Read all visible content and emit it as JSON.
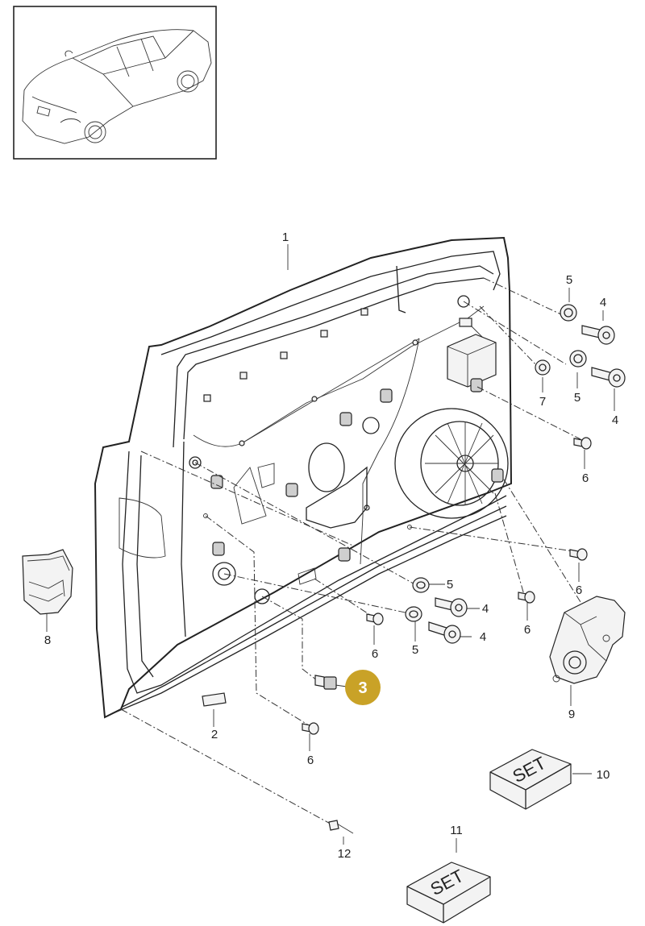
{
  "callouts": {
    "c1": "1",
    "c2": "2",
    "c3": "3",
    "c4a": "4",
    "c4b": "4",
    "c4c": "4",
    "c4d": "4",
    "c5a": "5",
    "c5b": "5",
    "c5c": "5",
    "c5d": "5",
    "c6a": "6",
    "c6b": "6",
    "c6c": "6",
    "c6d": "6",
    "c6e": "6",
    "c7": "7",
    "c8": "8",
    "c9": "9",
    "c10": "10",
    "c11": "11",
    "c12": "12"
  },
  "set_labels": {
    "set10": "SET",
    "set11": "SET"
  },
  "highlight": {
    "part": "3",
    "color": "#c9a227"
  }
}
